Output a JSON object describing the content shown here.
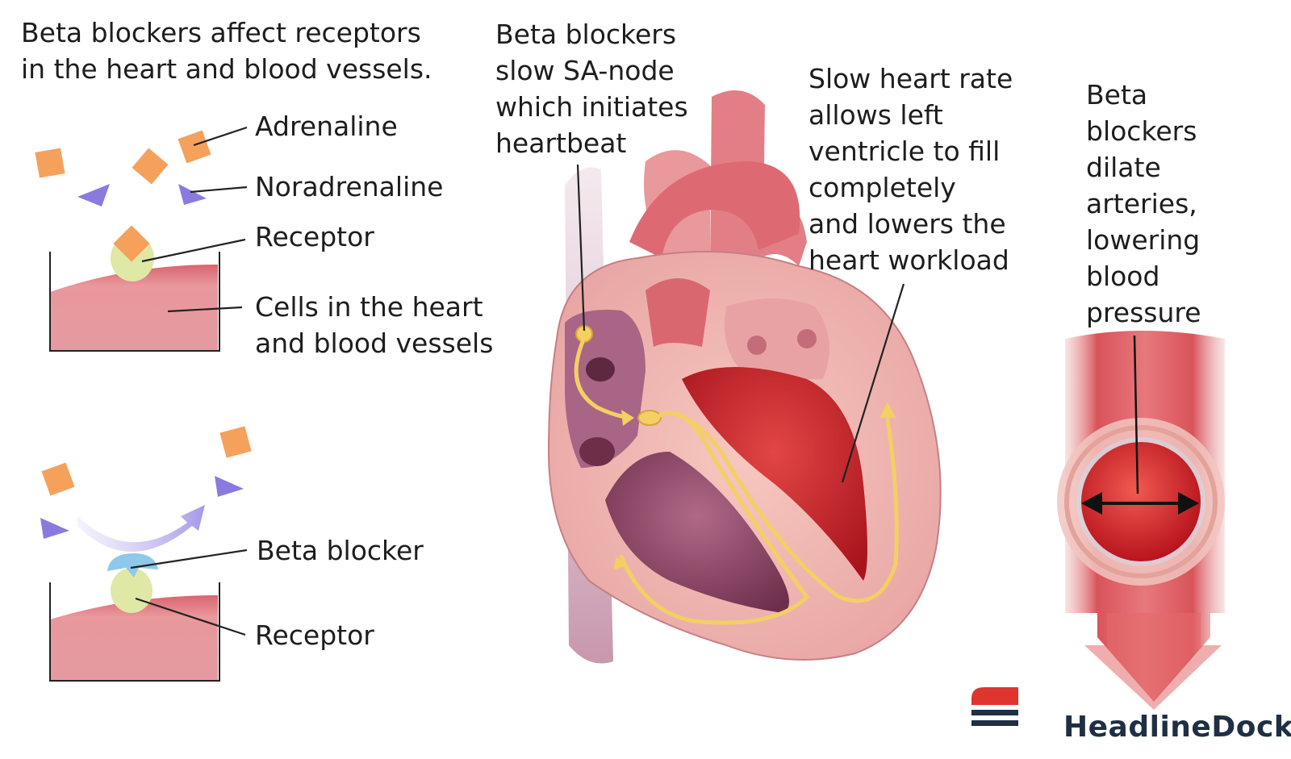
{
  "left_panel": {
    "intro_lines": [
      "Beta blockers affect receptors",
      "in the heart and blood vessels."
    ],
    "top_labels": {
      "adrenaline": "Adrenaline",
      "noradrenaline": "Noradrenaline",
      "receptor": "Receptor",
      "cells_lines": [
        "Cells in the heart",
        "and blood vessels"
      ]
    },
    "bottom_labels": {
      "beta_blocker": "Beta blocker",
      "receptor": "Receptor"
    }
  },
  "heart_panel": {
    "sa_node_lines": [
      "Beta blockers",
      "slow SA-node",
      "which initiates",
      "heartbeat"
    ],
    "ventricle_lines": [
      "Slow heart rate",
      "allows left",
      "ventricle to fill",
      "completely",
      "and lowers the",
      "heart workload"
    ]
  },
  "artery_panel": {
    "lines": [
      "Beta",
      "blockers",
      "dilate",
      "arteries,",
      "lowering",
      "blood",
      "pressure"
    ]
  },
  "brand": {
    "name": "HeadlineDock",
    "colors": {
      "red": "#e0342f",
      "navy": "#1f2f44"
    }
  },
  "colors": {
    "adrenaline": "#f5a15c",
    "noradrenaline": "#8a7ae0",
    "receptor": "#dfe8a4",
    "beta_blocker": "#8ec9ec",
    "cell_tissue": "#e58e93",
    "conduction_path": "#f4cf63"
  }
}
